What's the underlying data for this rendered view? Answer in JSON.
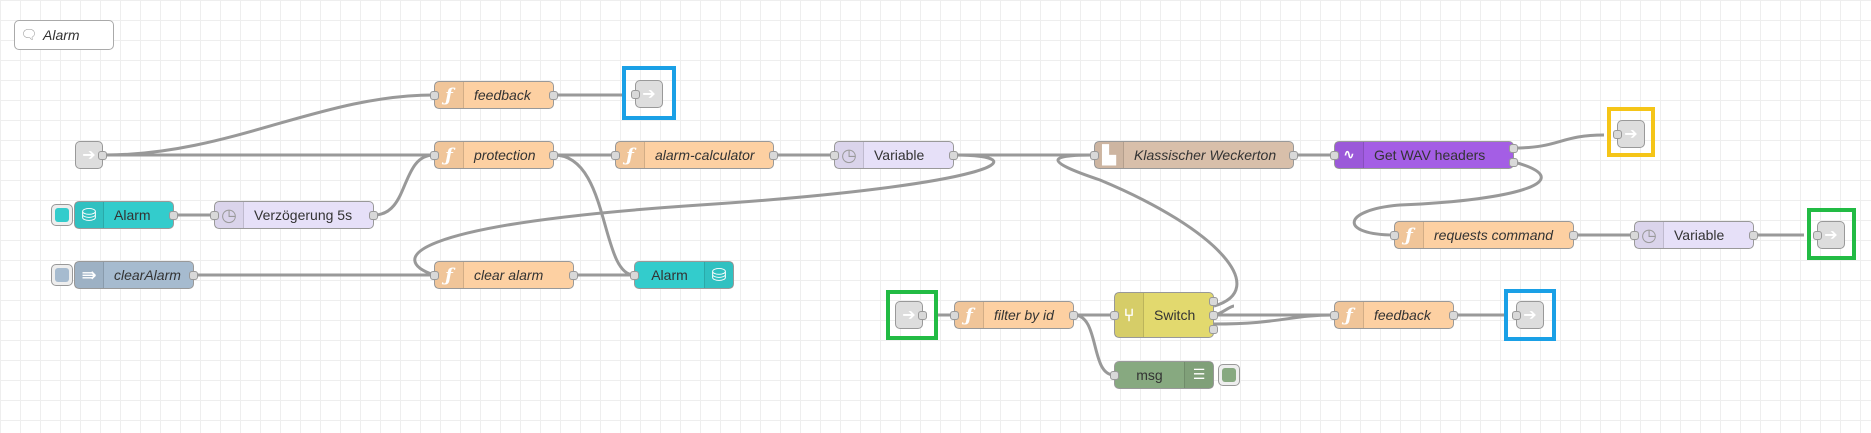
{
  "comment": {
    "label": "Alarm"
  },
  "nodes": {
    "feedback_top": {
      "label": "feedback"
    },
    "protection": {
      "label": "protection"
    },
    "alarm_calculator": {
      "label": "alarm-calculator"
    },
    "variable_1": {
      "label": "Variable"
    },
    "klassischer": {
      "label": "Klassischer Weckerton"
    },
    "get_wav": {
      "label": "Get WAV headers"
    },
    "alarm_in": {
      "label": "Alarm"
    },
    "delay": {
      "label": "Verzögerung 5s"
    },
    "requests": {
      "label": "requests command"
    },
    "variable_2": {
      "label": "Variable"
    },
    "clear_alarm_link": {
      "label": "clearAlarm"
    },
    "clear_alarm": {
      "label": "clear alarm"
    },
    "alarm_out": {
      "label": "Alarm"
    },
    "filter": {
      "label": "filter by id"
    },
    "switch": {
      "label": "Switch"
    },
    "feedback_bottom": {
      "label": "feedback"
    },
    "msg": {
      "label": "msg"
    }
  },
  "colors": {
    "function": "#fdd0a2",
    "delay": "#e6e0f8",
    "template": "#d8bfaa",
    "wav": "#a45ee5",
    "alarm_db": "#33cccc",
    "link_call": "#a6bbcf",
    "switch": "#e2d96e",
    "debug": "#87a980",
    "highlight_blue": "#1aa0e6",
    "highlight_yellow": "#f5c518",
    "highlight_green": "#22bb44"
  }
}
